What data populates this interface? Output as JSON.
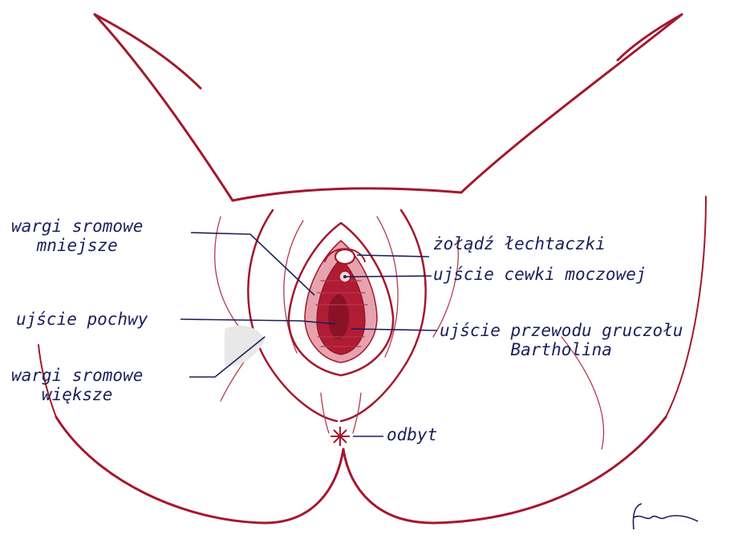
{
  "labels": {
    "labia_minora": "wargi sromowe\nmniejsze",
    "glans_clitoris": "żołądź łechtaczki",
    "urethral_opening": "ujście cewki moczowej",
    "vaginal_opening": "ujście pochwy",
    "bartholin_duct": "ujście przewodu gruczołu\nBartholina",
    "labia_majora": "wargi sromowe\nwiększe",
    "anus": "odbyt"
  },
  "colors": {
    "outline": "#a3182d",
    "fill_dark": "#b01c34",
    "fill_light": "#e7a3ad",
    "ink": "#1c1f5a"
  }
}
